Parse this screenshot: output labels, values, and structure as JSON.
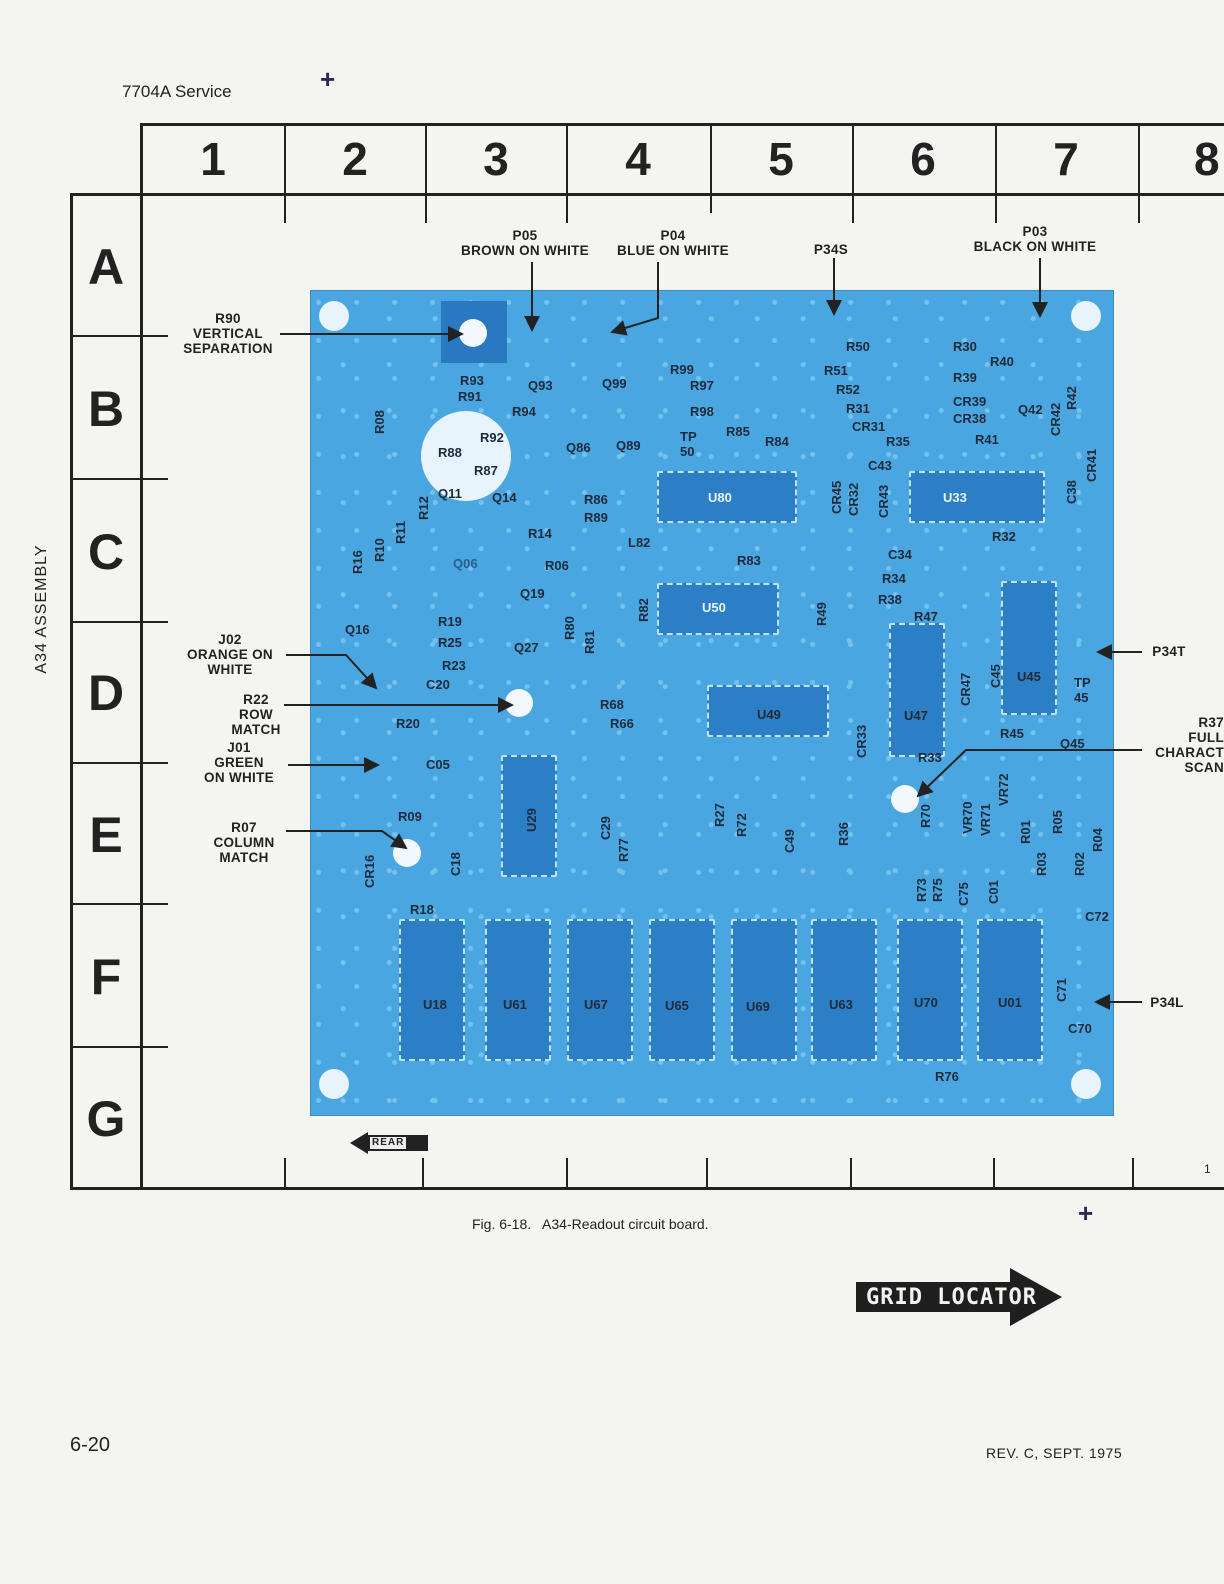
{
  "header": {
    "title": "7704A Service",
    "reg_mark": "+"
  },
  "side_label": "A34 ASSEMBLY",
  "grid": {
    "columns": [
      "1",
      "2",
      "3",
      "4",
      "5",
      "6",
      "7",
      "8"
    ],
    "rows": [
      "A",
      "B",
      "C",
      "D",
      "E",
      "F",
      "G"
    ]
  },
  "callouts": {
    "p05": "P05\nBROWN ON WHITE",
    "p04": "P04\nBLUE ON WHITE",
    "p34s": "P34S",
    "p03": "P03\nBLACK ON WHITE",
    "r90": "R90\nVERTICAL\nSEPARATION",
    "j02": "J02\nORANGE ON\nWHITE",
    "r22": "R22\nROW\nMATCH",
    "j01": "J01\nGREEN\nON WHITE",
    "r07": "R07\nCOLUMN\nMATCH",
    "p34t": "P34T",
    "r37": "R37\nFULL\nCHARACT\nSCAN",
    "p34l": "P34L"
  },
  "components": {
    "r93": "R93",
    "r91": "R91",
    "q93": "Q93",
    "q99": "Q99",
    "r99": "R99",
    "r97": "R97",
    "r94": "R94",
    "r98": "R98",
    "r92": "R92",
    "q86": "Q86",
    "q89": "Q89",
    "tp50": "TP\n50",
    "r85": "R85",
    "r84": "R84",
    "r88": "R88",
    "r87": "R87",
    "r50": "R50",
    "r51": "R51",
    "r52": "R52",
    "r31": "R31",
    "cr31": "CR31",
    "r35": "R35",
    "c43": "C43",
    "r30": "R30",
    "r40": "R40",
    "r39": "R39",
    "cr39": "CR39",
    "cr38": "CR38",
    "q42": "Q42",
    "r41": "R41",
    "q11": "Q11",
    "q14": "Q14",
    "r86": "R86",
    "r89": "R89",
    "u80": "U80",
    "u33": "U33",
    "r14": "R14",
    "l82": "L82",
    "q06": "Q06",
    "r06": "R06",
    "r83": "R83",
    "c34": "C34",
    "r32": "R32",
    "r34": "R34",
    "r38": "R38",
    "q19": "Q19",
    "u50": "U50",
    "r47": "R47",
    "q16": "Q16",
    "r19": "R19",
    "r25": "R25",
    "q27": "Q27",
    "r23": "R23",
    "c20": "C20",
    "u45": "U45",
    "tp45": "TP\n45",
    "r68": "R68",
    "r66": "R66",
    "u49": "U49",
    "u47": "U47",
    "r20": "R20",
    "r45": "R45",
    "q45": "Q45",
    "c05": "C05",
    "r33": "R33",
    "r09": "R09",
    "r18": "R18",
    "c72": "C72",
    "c70": "C70",
    "r76": "R76",
    "u18": "U18",
    "u61": "U61",
    "u67": "U67",
    "u65": "U65",
    "u69": "U69",
    "u63": "U63",
    "u70": "U70",
    "u01": "U01",
    "r08": "R08",
    "r12": "R12",
    "r11": "R11",
    "r10": "R10",
    "r16": "R16",
    "r80": "R80",
    "r81": "R81",
    "r82": "R82",
    "r49": "R49",
    "cr45": "CR45",
    "cr32": "CR32",
    "cr43": "CR43",
    "c38": "C38",
    "cr41": "CR41",
    "cr42": "CR42",
    "r42": "R42",
    "c45": "C45",
    "cr47": "CR47",
    "cr33": "CR33",
    "u29": "U29",
    "c29": "C29",
    "r77": "R77",
    "r27": "R27",
    "r72": "R72",
    "c49": "C49",
    "r36": "R36",
    "r70": "R70",
    "vr70": "VR70",
    "vr71": "VR71",
    "vr72": "VR72",
    "r01": "R01",
    "r05": "R05",
    "r03": "R03",
    "r02": "R02",
    "r04": "R04",
    "r73": "R73",
    "r75": "R75",
    "c75": "C75",
    "c01": "C01",
    "cr16": "CR16",
    "c18": "C18",
    "c71": "C71"
  },
  "rear_label": "REAR",
  "caption": "Fig. 6-18.   A34-Readout circuit board.",
  "grid_locator": "GRID LOCATOR",
  "page_number": "6-20",
  "revision": "REV. C, SEPT. 1975",
  "trailing_number": "1"
}
